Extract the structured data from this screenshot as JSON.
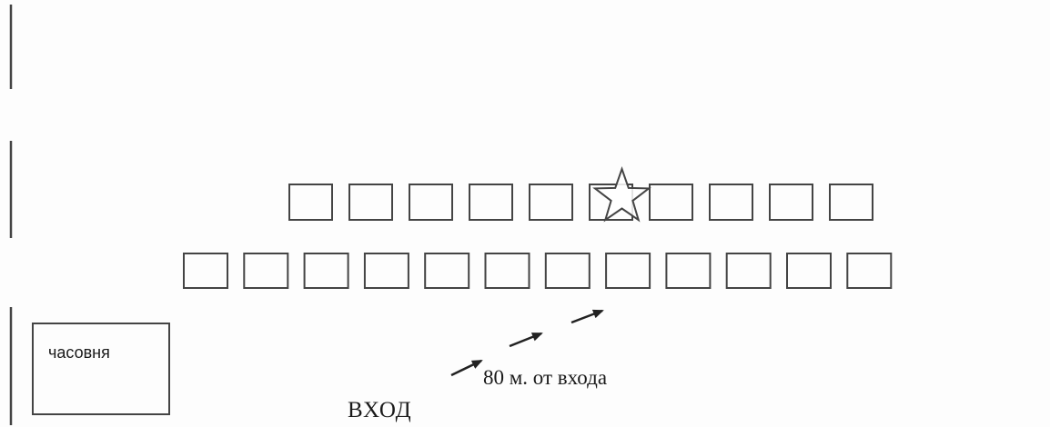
{
  "plan": {
    "chapel_label": "часовня",
    "distance_label": "80 м. от входа",
    "entrance_label": "ВХОД",
    "row_top_count": 10,
    "row_bottom_count": 12,
    "marked_plot": {
      "row": "top",
      "index": 6,
      "marker": "star-icon"
    },
    "path_arrows": 3,
    "colors": {
      "stroke": "#444444",
      "background": "#fdfdfd"
    }
  }
}
